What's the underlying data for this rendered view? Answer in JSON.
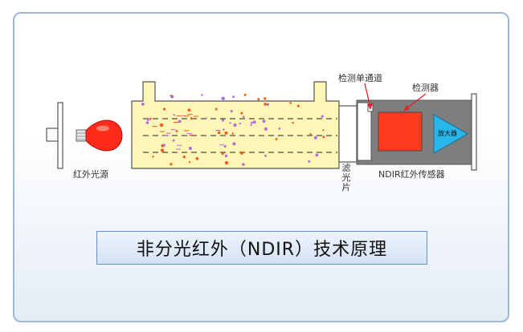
{
  "title": "非分光红外（NDIR）技术原理",
  "labels": {
    "lamp": "红外光源",
    "filter": "滤光片",
    "channel": "检测单通道",
    "detector": "检测器",
    "amplifier": "放大器",
    "sensor": "NDIR红外传感器"
  },
  "colors": {
    "gas_chamber": "#fdf6b6",
    "chamber_border": "#555555",
    "lamp": "#ff2a1a",
    "detector": "#ff3b1f",
    "amplifier": "#29b6e8",
    "sensor_housing": "#7e7e7e",
    "arrow": "#e0242b",
    "molecule_orange": "#f25c14",
    "molecule_purple": "#b66cd8",
    "panel_border": "#9fb6d6",
    "title_border": "#6a8fc4"
  }
}
